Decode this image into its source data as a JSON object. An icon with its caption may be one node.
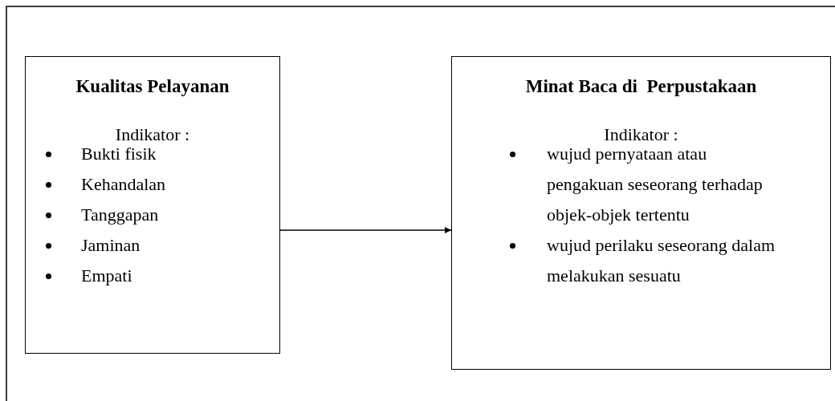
{
  "diagram": {
    "nodes": [
      {
        "text": [
          "Kualitas Pelayanan",
          "Indikator :",
          "Bukti fisik",
          "Kehandalan",
          "Tanggapan",
          "Jaminan",
          "Empati"
        ]
      },
      {
        "text": [
          "Minat Baca di  Perpustakaan",
          "Indikator :",
          "wujud pernyataan atau pengakuan seseorang terhadap objek-objek tertentu",
          "wujud perilaku seseorang dalam melakukan sesuatu"
        ]
      }
    ],
    "edges": [
      {
        "from": 0,
        "to": 1,
        "arrow": "to"
      }
    ]
  }
}
